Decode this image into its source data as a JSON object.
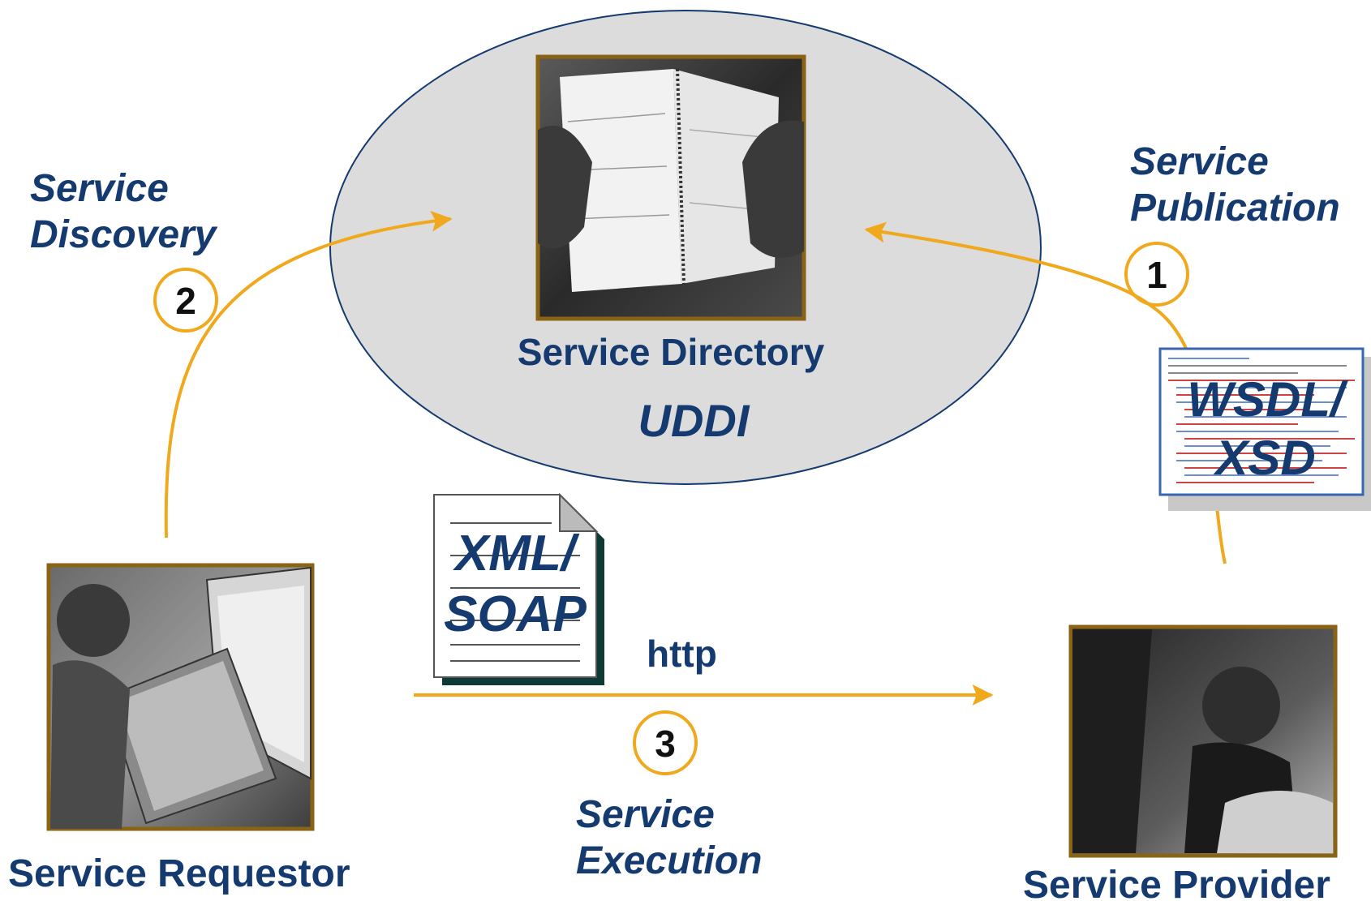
{
  "directory": {
    "title": "Service Directory",
    "subtitle": "UDDI"
  },
  "requestor": {
    "title": "Service Requestor"
  },
  "provider": {
    "title": "Service Provider"
  },
  "publication": {
    "line1": "Service",
    "line2": "Publication",
    "step": "1",
    "doc_line1": "WSDL/",
    "doc_line2": "XSD"
  },
  "discovery": {
    "line1": "Service",
    "line2": "Discovery",
    "step": "2"
  },
  "execution": {
    "line1": "Service",
    "line2": "Execution",
    "step": "3",
    "protocol": "http",
    "doc_line1": "XML/",
    "doc_line2": "SOAP"
  },
  "colors": {
    "accent": "#f0a81c",
    "label": "#143a70",
    "ellipse_fill": "#dcdcdc",
    "frame": "#8a6414"
  }
}
